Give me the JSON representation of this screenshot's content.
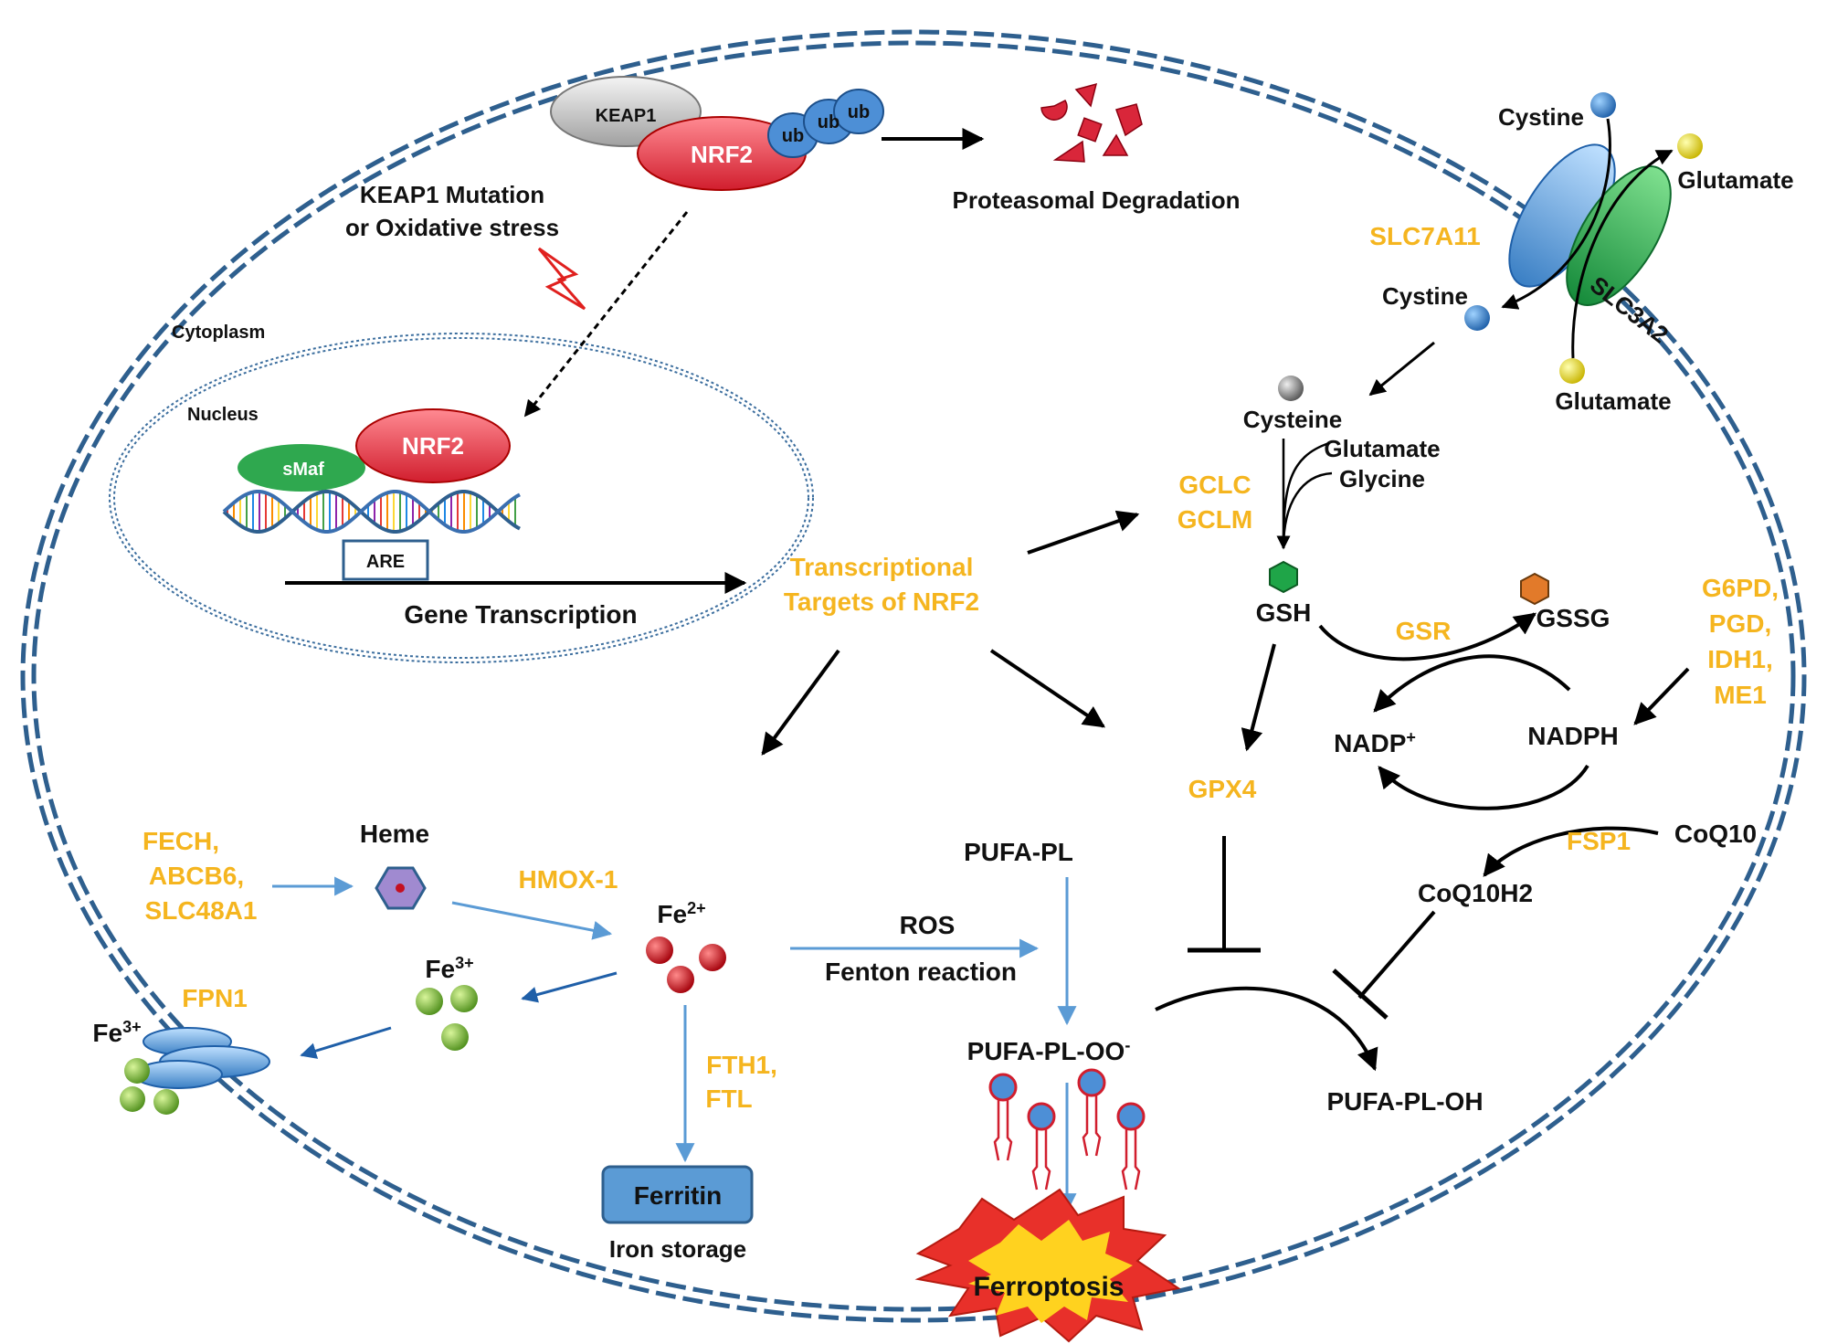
{
  "membrane": {
    "cytoplasm": "Cytoplasm",
    "nucleus": "Nucleus"
  },
  "keap1_complex": {
    "keap1": "KEAP1",
    "nrf2": "NRF2",
    "ub": [
      "ub",
      "ub",
      "ub"
    ]
  },
  "degradation": "Proteasomal Degradation",
  "stress": [
    "KEAP1 Mutation",
    "or Oxidative stress"
  ],
  "nuclear": {
    "smaf": "sMaf",
    "nrf2": "NRF2",
    "are": "ARE",
    "gene_transcription": "Gene Transcription"
  },
  "targets": [
    "Transcriptional",
    "Targets of NRF2"
  ],
  "transporter": {
    "cystine_out": "Cystine",
    "glutamate_out": "Glutamate",
    "slc7a11": "SLC7A11",
    "slc3a2": "SLC3A2",
    "cystine_in": "Cystine",
    "glutamate_in": "Glutamate"
  },
  "gsh_pathway": {
    "cysteine": "Cysteine",
    "glutamate": "Glutamate",
    "glycine": "Glycine",
    "gclc": "GCLC",
    "gclm": "GCLM",
    "gsh": "GSH",
    "gsr": "GSR",
    "gssg": "GSSG",
    "enzymes": [
      "G6PD,",
      "PGD,",
      "IDH1,",
      "ME1"
    ],
    "nadp": "NADP",
    "nadp_sup": "+",
    "nadph": "NADPH",
    "gpx4": "GPX4",
    "coq10": "CoQ10",
    "fsp1": "FSP1",
    "coq10h2": "CoQ10H2"
  },
  "iron": {
    "heme_enzymes": [
      "FECH,",
      "ABCB6,",
      "SLC48A1"
    ],
    "heme": "Heme",
    "hmox": "HMOX-1",
    "fe2": "Fe",
    "fe2_sup": "2+",
    "fe3": "Fe",
    "fe3_sup": "3+",
    "fe3_out": "Fe",
    "fe3_out_sup": "3+",
    "fpn1": "FPN1",
    "fth": [
      "FTH1,",
      "FTL"
    ],
    "ferritin": "Ferritin",
    "iron_storage": "Iron storage"
  },
  "lipid": {
    "pufa_pl": "PUFA-PL",
    "ros": "ROS",
    "fenton": "Fenton reaction",
    "pufa_oo": "PUFA-PL-OO",
    "pufa_oo_sup": "-",
    "pufa_oh": "PUFA-PL-OH",
    "ferroptosis": "Ferroptosis"
  },
  "colors": {
    "membrane": "#2e5f8e",
    "orange_label": "#f5b51f",
    "nrf2_red": "#e23b48",
    "keap1_grey": "#bdbdbd",
    "smaf_green": "#2fa84f",
    "blue_arrow": "#5b9bd5",
    "ferritin_blue": "#5b9bd5",
    "burst_red": "#e8302a",
    "burst_yellow": "#ffd21f"
  }
}
